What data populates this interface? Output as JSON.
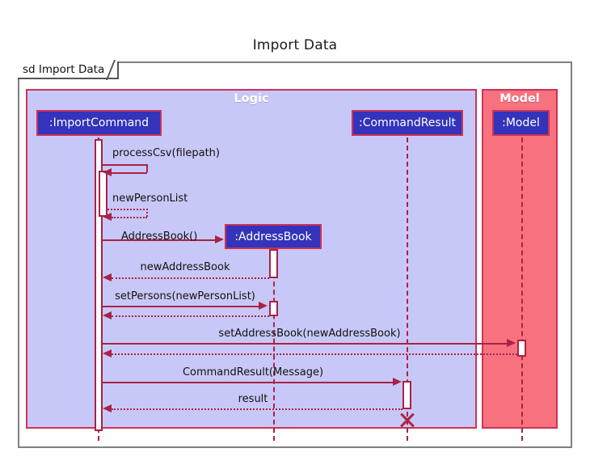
{
  "diagram": {
    "title": "Import Data",
    "frame_label": "sd Import Data",
    "type": "uml-sequence-diagram",
    "colors": {
      "package_logic_fill": "#C8C8F8",
      "package_model_fill": "#F7717F",
      "package_border": "#CC3355",
      "participant_fill": "#3333BB",
      "participant_text": "#FFFFFF",
      "message_line": "#AA2244",
      "activation_fill": "#FFFFFF",
      "frame_border": "#808080",
      "background": "#FFFFFF"
    }
  },
  "packages": [
    {
      "name": "Logic",
      "label": "Logic"
    },
    {
      "name": "Model",
      "label": "Model"
    }
  ],
  "participants": [
    {
      "key": "importcommand",
      "label": ":ImportCommand",
      "package": "Logic"
    },
    {
      "key": "addressbook",
      "label": ":AddressBook",
      "package": "Logic"
    },
    {
      "key": "commandresult",
      "label": ":CommandResult",
      "package": "Logic"
    },
    {
      "key": "model",
      "label": ":Model",
      "package": "Model"
    }
  ],
  "messages": [
    {
      "index": 0,
      "label": "processCsv(filepath)",
      "from": "importcommand",
      "to": "importcommand",
      "kind": "self-call",
      "style": "solid"
    },
    {
      "index": 1,
      "label": "newPersonList",
      "from": "importcommand",
      "to": "importcommand",
      "kind": "self-return",
      "style": "dashed"
    },
    {
      "index": 2,
      "label": "AddressBook()",
      "from": "importcommand",
      "to": "addressbook",
      "kind": "create",
      "style": "solid"
    },
    {
      "index": 3,
      "label": "newAddressBook",
      "from": "addressbook",
      "to": "importcommand",
      "kind": "return",
      "style": "dashed"
    },
    {
      "index": 4,
      "label": "setPersons(newPersonList)",
      "from": "importcommand",
      "to": "addressbook",
      "kind": "call",
      "style": "solid"
    },
    {
      "index": 5,
      "label": "",
      "from": "addressbook",
      "to": "importcommand",
      "kind": "return",
      "style": "dashed"
    },
    {
      "index": 6,
      "label": "setAddressBook(newAddressBook)",
      "from": "importcommand",
      "to": "model",
      "kind": "call",
      "style": "solid"
    },
    {
      "index": 7,
      "label": "",
      "from": "model",
      "to": "importcommand",
      "kind": "return",
      "style": "dashed"
    },
    {
      "index": 8,
      "label": "CommandResult(Message)",
      "from": "importcommand",
      "to": "commandresult",
      "kind": "create",
      "style": "solid"
    },
    {
      "index": 9,
      "label": "result",
      "from": "commandresult",
      "to": "importcommand",
      "kind": "return",
      "style": "dashed"
    }
  ],
  "destructions": [
    {
      "participant": "commandresult",
      "marker": "X"
    }
  ]
}
